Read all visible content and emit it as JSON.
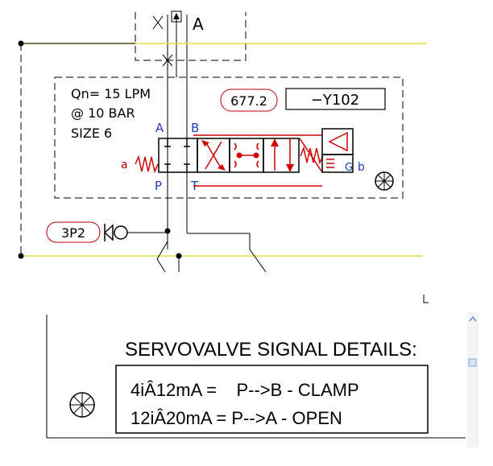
{
  "top_labels": {
    "port_a_top": "A"
  },
  "valve_spec": {
    "flow": "Qn= 15 LPM",
    "pressure": "@ 10 BAR",
    "size": "SIZE 6"
  },
  "tags": {
    "ref_number": "677.2",
    "valve_tag": "−Y102",
    "check_tag": "3P2"
  },
  "ports": {
    "a": "A",
    "b": "B",
    "p": "P",
    "t": "T"
  },
  "solenoids": {
    "left": "a",
    "right": "b",
    "g": "G"
  },
  "signal_details": {
    "heading": "SERVOVALVE SIGNAL DETAILS:",
    "row1": "4iÂ12mA =    P-->B - CLAMP",
    "row2": "12iÂ20mA = P-->A - OPEN"
  },
  "colors": {
    "yellow_line": "#e6df3c",
    "red_symbol": "#d00000",
    "blue_label": "#1f3fbf",
    "ink": "#000000"
  }
}
